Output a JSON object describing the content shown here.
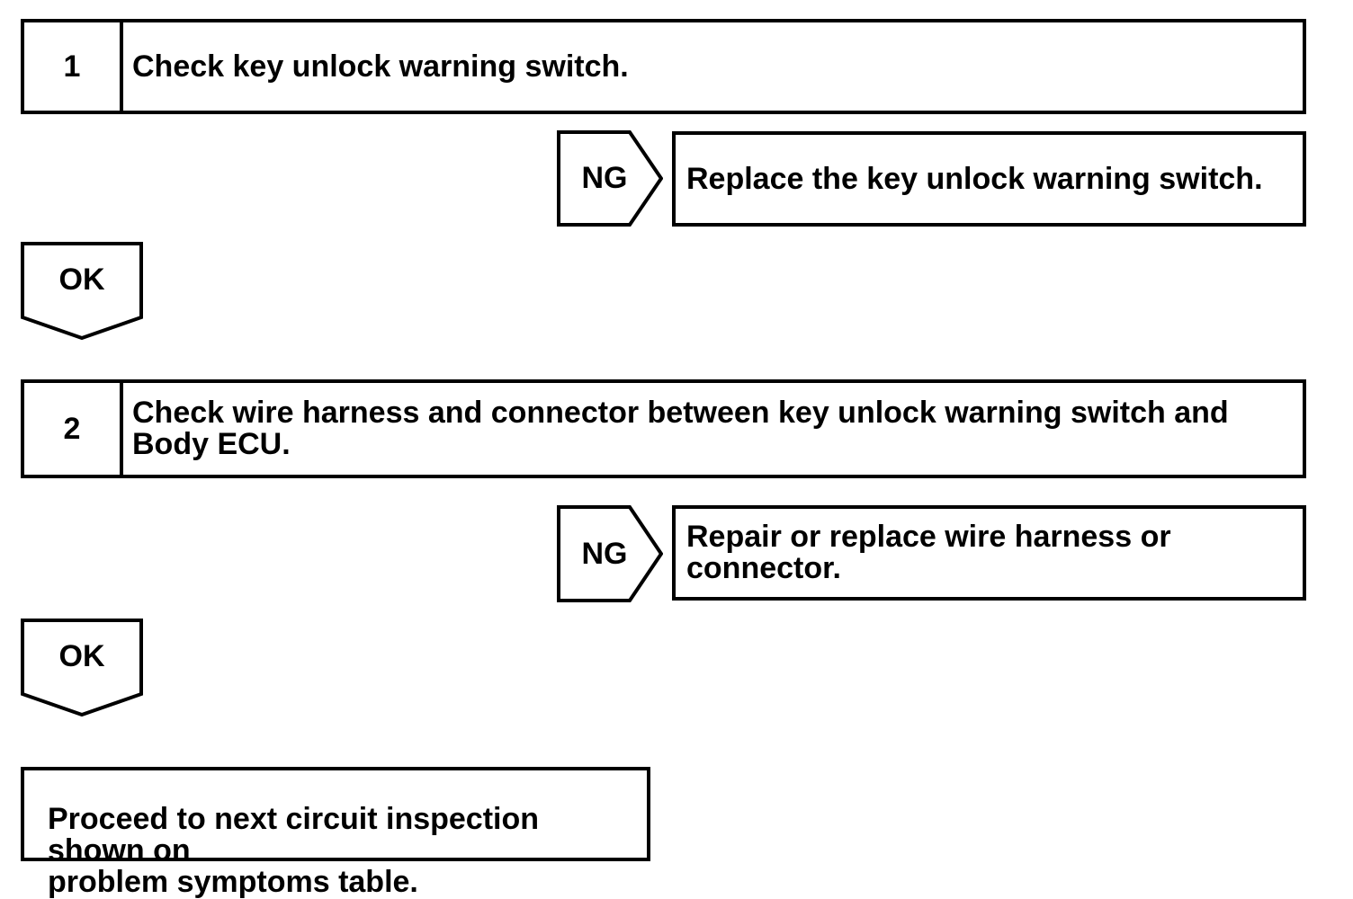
{
  "colors": {
    "background": "#ffffff",
    "line": "#000000",
    "text": "#000000"
  },
  "flowchart": {
    "steps": [
      {
        "number": "1",
        "instruction": "Check key unlock warning switch.",
        "ng": {
          "label": "NG",
          "action": "Replace the key unlock warning switch."
        },
        "ok": {
          "label": "OK"
        }
      },
      {
        "number": "2",
        "instruction": "Check wire harness and connector between key unlock warning switch and\nBody ECU.",
        "ng": {
          "label": "NG",
          "action": "Repair or replace wire harness or connector."
        },
        "ok": {
          "label": "OK"
        }
      }
    ],
    "conclusion": "Proceed to next circuit inspection shown on\nproblem symptoms table."
  }
}
